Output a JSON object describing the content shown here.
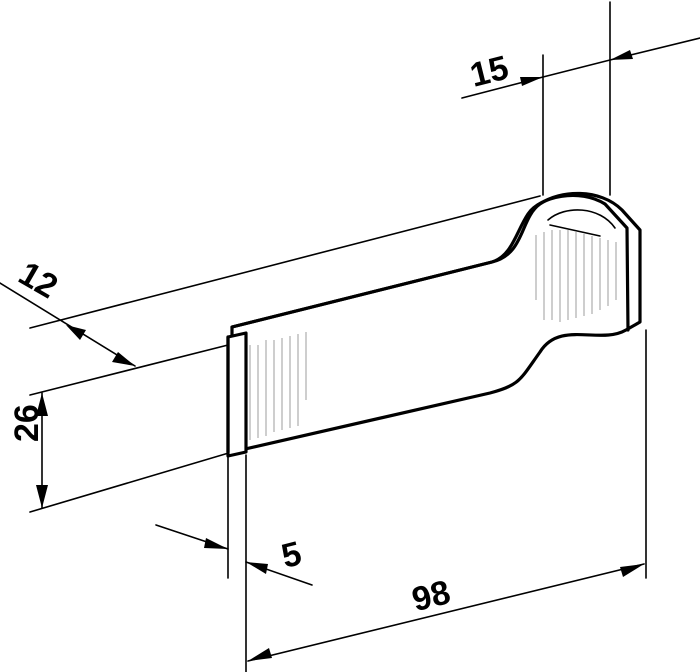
{
  "dimensions": [
    {
      "id": "dim-15",
      "value": "15"
    },
    {
      "id": "dim-12",
      "value": "12"
    },
    {
      "id": "dim-26",
      "value": "26"
    },
    {
      "id": "dim-5",
      "value": "5"
    },
    {
      "id": "dim-98",
      "value": "98"
    }
  ]
}
